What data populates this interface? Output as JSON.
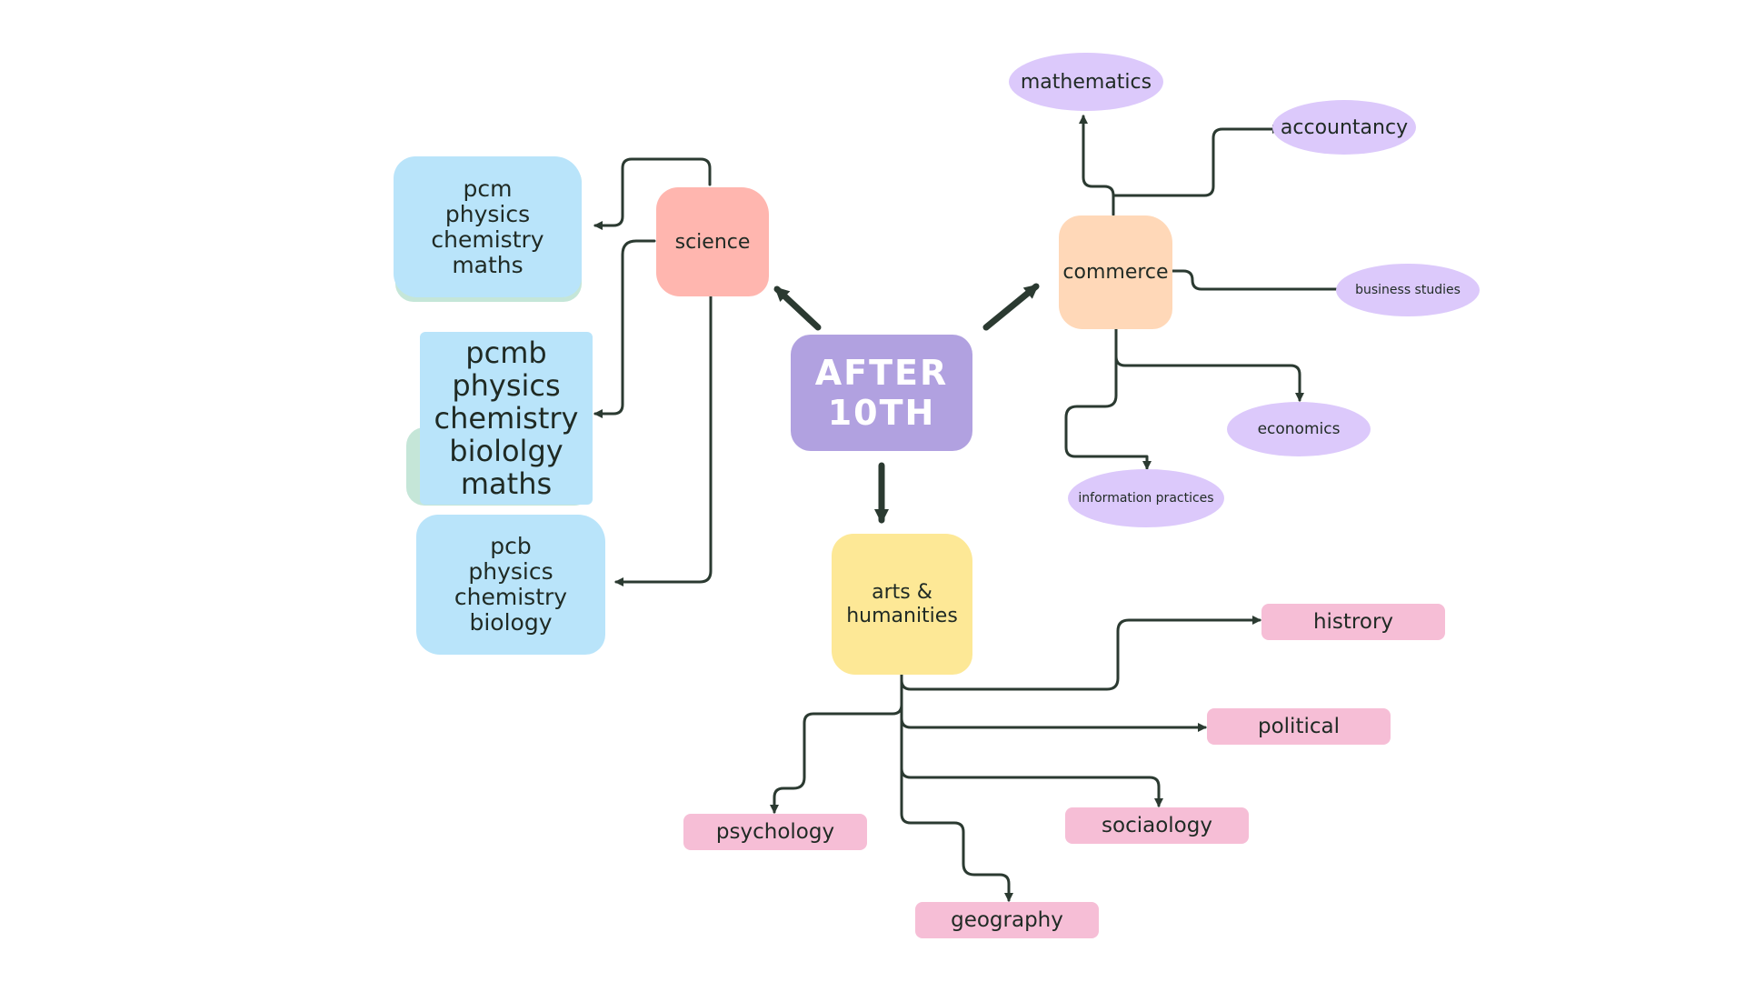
{
  "center": {
    "label": "AFTER\n10TH"
  },
  "streams": {
    "science": {
      "label": "science",
      "options": [
        {
          "label": "pcm\nphysics\nchemistry\nmaths"
        },
        {
          "label": "pcmb\nphysics\nchemistry\nbiololgy\nmaths"
        },
        {
          "label": "pcb\nphysics\nchemistry\nbiology"
        }
      ]
    },
    "commerce": {
      "label": "commerce",
      "subjects": {
        "mathematics": "mathematics",
        "accountancy": "accountancy",
        "business_studies": "business studies",
        "economics": "economics",
        "information_practices": "information practices"
      }
    },
    "arts": {
      "label": "arts &\nhumanities",
      "subjects": {
        "history": "histrory",
        "political": "political",
        "sociology": "sociaology",
        "psychology": "psychology",
        "geography": "geography"
      }
    }
  },
  "colors": {
    "center": "#b1a1e0",
    "science": "#ffb6af",
    "commerce": "#ffd8b8",
    "arts": "#fde896",
    "science_options": "#b9e4fa",
    "commerce_subjects": "#dcc9fb",
    "arts_subjects": "#f6bed6",
    "connector": "#2b3a31"
  }
}
